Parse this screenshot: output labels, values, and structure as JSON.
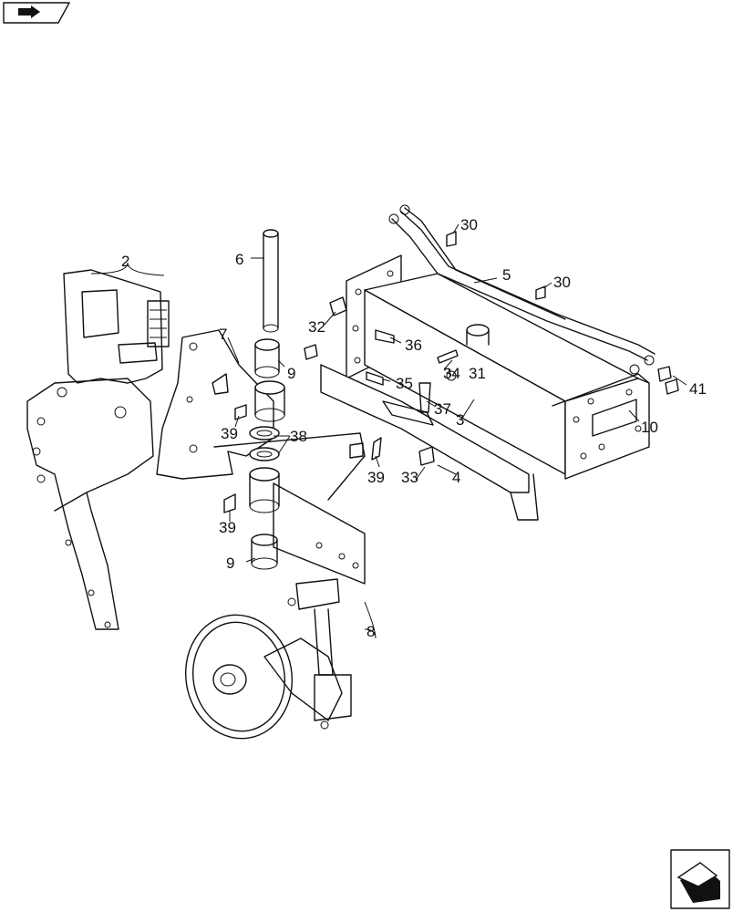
{
  "callouts": {
    "c2": "2",
    "c3": "3",
    "c4": "4",
    "c5": "5",
    "c6": "6",
    "c7": "7",
    "c8": "8",
    "c9a": "9",
    "c9b": "9",
    "c10": "10",
    "c30a": "30",
    "c30b": "30",
    "c31": "31",
    "c32": "32",
    "c33": "33",
    "c34": "34",
    "c35": "35",
    "c36": "36",
    "c37": "37",
    "c38": "38",
    "c39a": "39",
    "c39b": "39",
    "c39c": "39",
    "c41": "41"
  },
  "icons": {
    "top_left": "back-arrow-icon",
    "bottom_right": "forward-page-icon"
  }
}
